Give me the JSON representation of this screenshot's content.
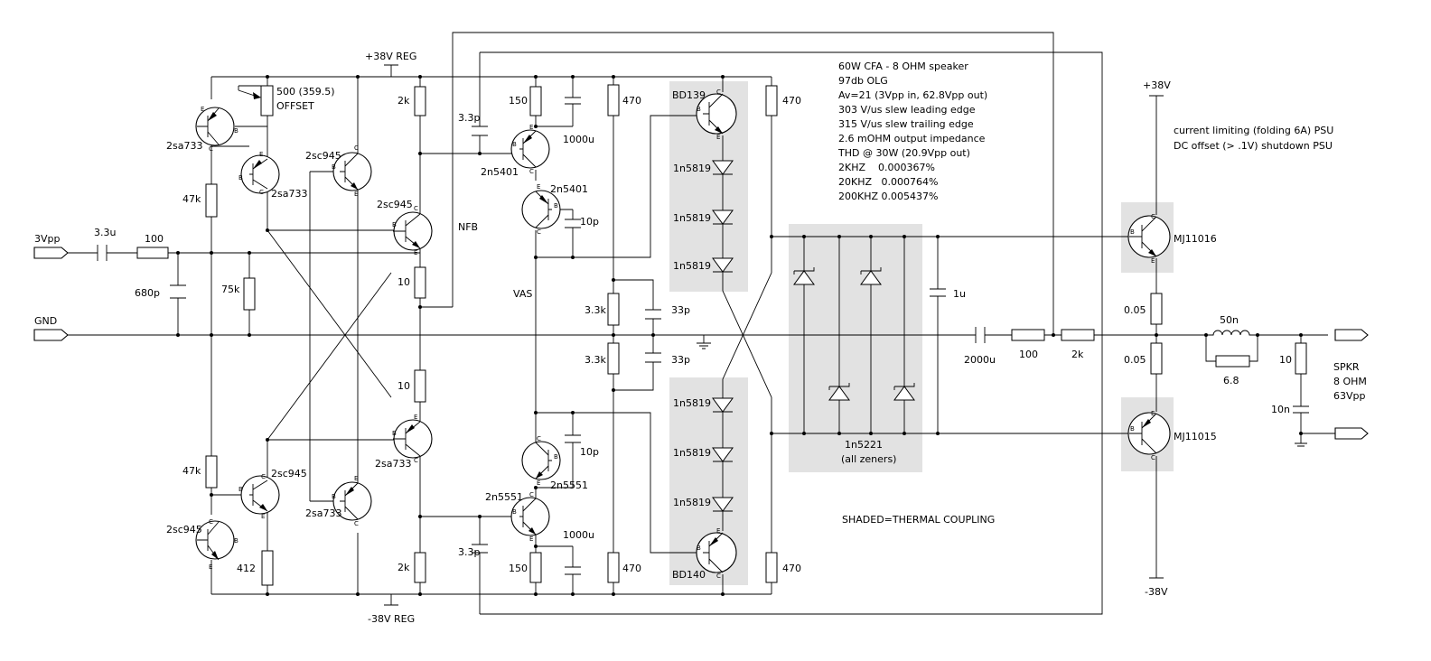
{
  "notes": {
    "spec": [
      "60W CFA - 8 OHM speaker",
      "97db OLG",
      "Av=21 (3Vpp in, 62.8Vpp out)",
      "303 V/us slew leading edge",
      "315 V/us slew trailing edge",
      "2.6 mOHM output impedance",
      "THD @ 30W (20.9Vpp out)",
      "2KHZ    0.000367%",
      "20KHZ   0.000764%",
      "200KHZ 0.005437%"
    ],
    "psu": [
      "current limiting (folding 6A) PSU",
      "DC offset (> .1V) shutdown PSU"
    ],
    "shaded": "SHADED=THERMAL COUPLING"
  },
  "rails": {
    "pos_reg": "+38V REG",
    "neg_reg": "-38V REG",
    "pos": "+38V",
    "neg": "-38V"
  },
  "signals": {
    "input": "3Vpp",
    "gnd": "GND",
    "nfb": "NFB",
    "vas": "VAS",
    "spkr": [
      "SPKR",
      "8 OHM",
      "63Vpp"
    ]
  },
  "transistors": [
    {
      "id": "q1",
      "label": "2sa733"
    },
    {
      "id": "q2",
      "label": "2sa733"
    },
    {
      "id": "q3",
      "label": "2sc945"
    },
    {
      "id": "q4",
      "label": "2sc945"
    },
    {
      "id": "q5",
      "label": "2sa733"
    },
    {
      "id": "q6",
      "label": "2sc945"
    },
    {
      "id": "q7",
      "label": "2sc945"
    },
    {
      "id": "q8",
      "label": "2sa733"
    },
    {
      "id": "q9",
      "label": "2n5401"
    },
    {
      "id": "q10",
      "label": "2n5401"
    },
    {
      "id": "q11",
      "label": "2n5551"
    },
    {
      "id": "q12",
      "label": "2n5551"
    },
    {
      "id": "q13",
      "label": "BD139"
    },
    {
      "id": "q14",
      "label": "BD140"
    },
    {
      "id": "q15",
      "label": "MJ11016"
    },
    {
      "id": "q16",
      "label": "MJ11015"
    }
  ],
  "components": {
    "offset_pot": [
      "500 (359.5)",
      "OFFSET"
    ],
    "c_in": "3.3u",
    "r_in": "100",
    "c_680p": "680p",
    "r_47k_top": "47k",
    "r_47k_bot": "47k",
    "r_75k": "75k",
    "r_412": "412",
    "r_2k_top": "2k",
    "r_10_top": "10",
    "r_10_bot": "10",
    "r_2k_bot": "2k",
    "c_3p3_top": "3.3p",
    "c_3p3_bot": "3.3p",
    "r_150_top": "150",
    "r_150_bot": "150",
    "c_1000u_top": "1000u",
    "c_1000u_bot": "1000u",
    "c_10p_top": "10p",
    "c_10p_bot": "10p",
    "r_470_a": "470",
    "r_470_b": "470",
    "r_470_c": "470",
    "r_470_d": "470",
    "r_3k3_top": "3.3k",
    "r_3k3_bot": "3.3k",
    "c_33p_top": "33p",
    "c_33p_bot": "33p",
    "d_1n5819": "1n5819",
    "c_1u": "1u",
    "zener_label": [
      "1n5221",
      "(all zeners)"
    ],
    "c_2000u": "2000u",
    "r_100_fb": "100",
    "r_2k_fb": "2k",
    "r_005_top": "0.05",
    "r_005_bot": "0.05",
    "l_50n": "50n",
    "r_6p8": "6.8",
    "r_zobel": "10",
    "c_zobel": "10n"
  },
  "pins": {
    "b": "B",
    "c": "C",
    "e": "E"
  }
}
